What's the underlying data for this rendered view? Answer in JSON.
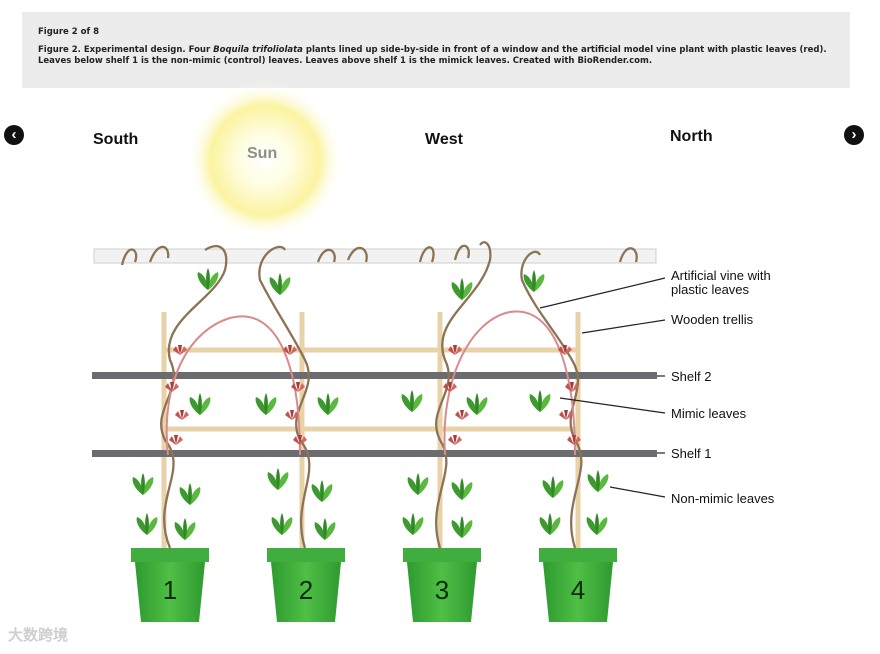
{
  "figure": {
    "counter": "Figure 2 of 8",
    "caption_prefix": "Figure 2. Experimental design. Four ",
    "caption_species": "Boquila trifoliolata",
    "caption_suffix": " plants lined up side-by-side in front of a window and the artificial model vine plant with plastic leaves (red). Leaves below shelf 1 is the non-mimic (control) leaves. Leaves above shelf 1 is the mimick leaves. Created with BioRender.com."
  },
  "nav": {
    "prev_icon": "chevron-left-icon",
    "next_icon": "chevron-right-icon",
    "prev_glyph": "‹",
    "next_glyph": "›"
  },
  "diagram": {
    "directions": {
      "south": "South",
      "west": "West",
      "north": "North"
    },
    "sun": "Sun",
    "labels": {
      "artificial_vine": [
        "Artificial vine with",
        "plastic leaves"
      ],
      "trellis": "Wooden trellis",
      "shelf2": "Shelf 2",
      "mimic": "Mimic leaves",
      "shelf1": "Shelf 1",
      "non_mimic": "Non-mimic leaves"
    },
    "pots": [
      "1",
      "2",
      "3",
      "4"
    ],
    "colors": {
      "pot": "#3fae3f",
      "leaf": "#3d9a2e",
      "artificial_leaf": "#c0504d",
      "shelf": "#6b6c70",
      "trellis": "#e8d2a8",
      "vine": "#8c7355"
    }
  },
  "watermark": "大数跨境"
}
